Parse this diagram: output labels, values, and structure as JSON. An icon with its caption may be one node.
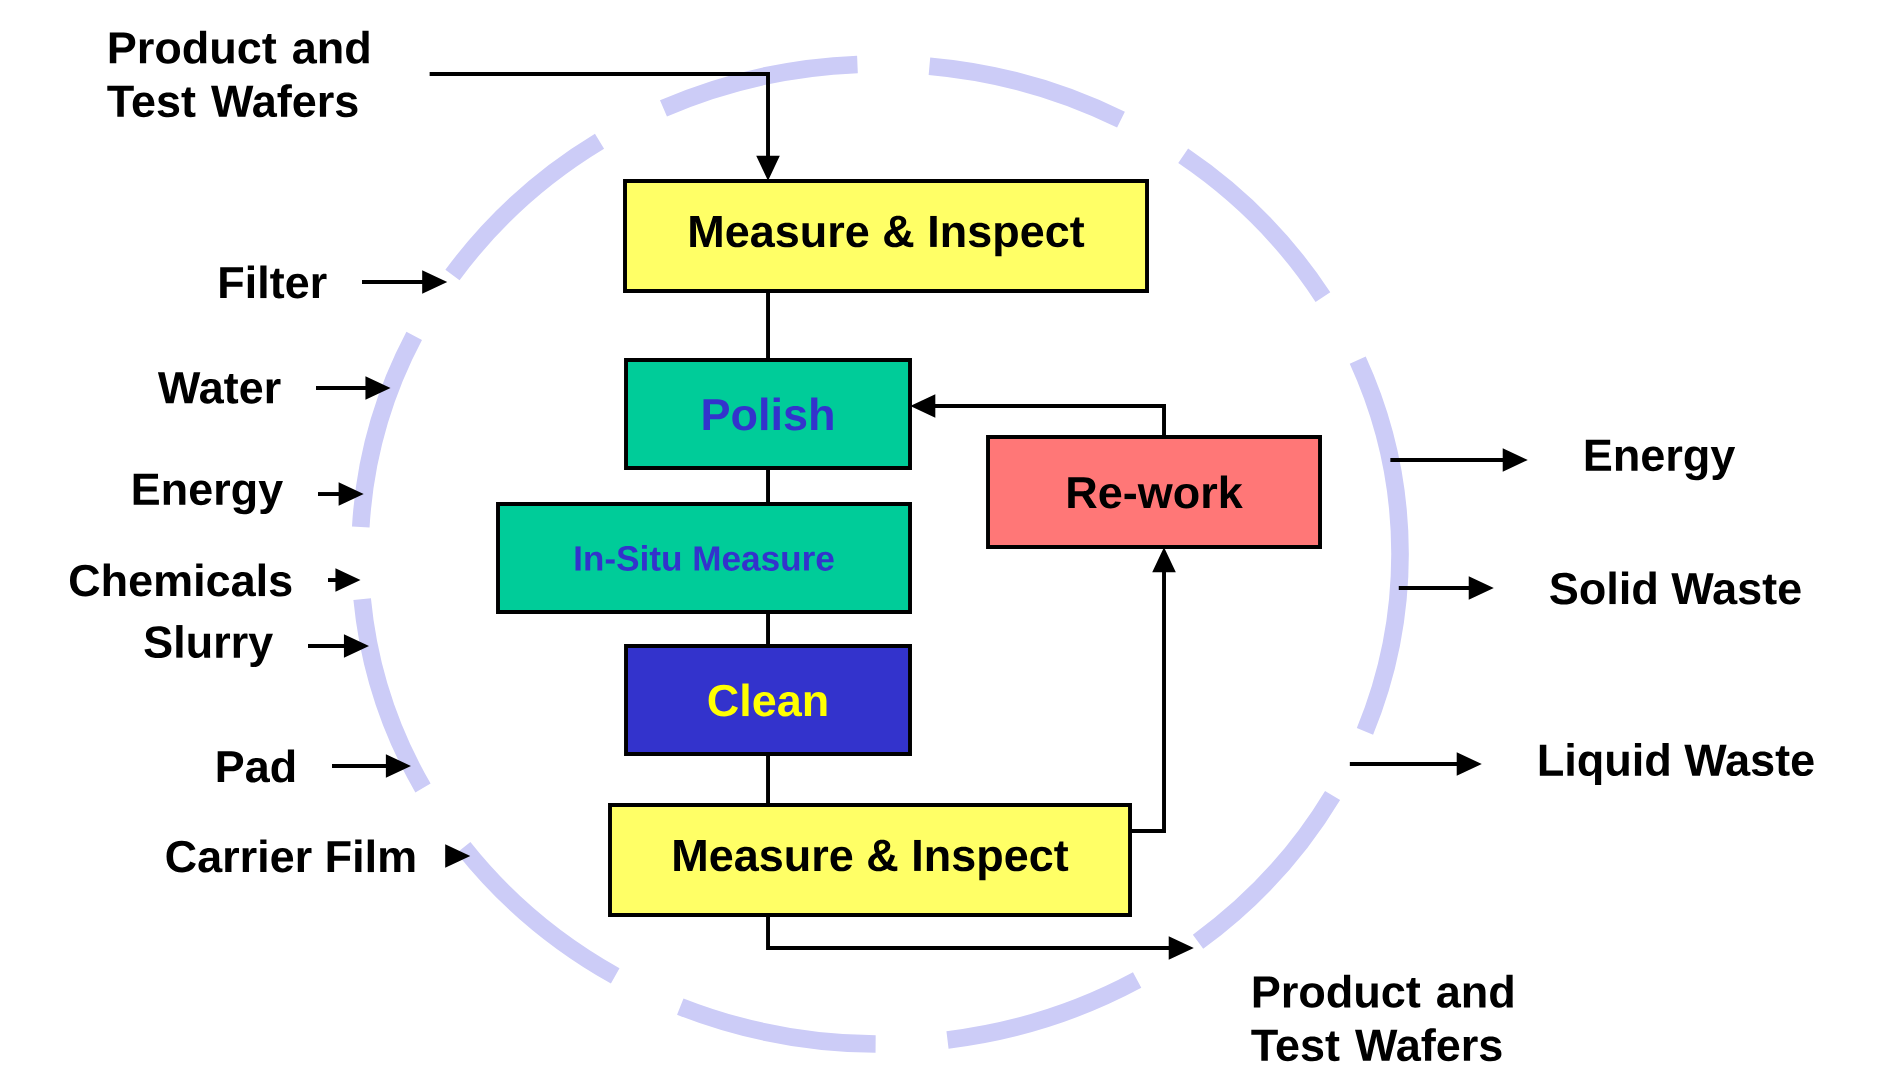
{
  "diagram": {
    "nodes": [
      {
        "text": [],
        "shape": "circle"
      },
      {
        "text": [
          "Product and Test Wafers"
        ]
      },
      {
        "text": [
          "Measure & Inspect"
        ],
        "in": 0
      },
      {
        "text": [
          "Polish"
        ],
        "in": 0
      },
      {
        "text": [
          "In-Situ Measure"
        ],
        "in": 0
      },
      {
        "text": [
          "Clean"
        ],
        "in": 0
      },
      {
        "text": [
          "Re-work"
        ],
        "in": 0
      },
      {
        "text": [
          "Measure & Inspect"
        ],
        "in": 0
      },
      {
        "text": [
          "Product and Test Wafers"
        ]
      },
      {
        "text": [
          "Filter"
        ]
      },
      {
        "text": [
          "Water"
        ]
      },
      {
        "text": [
          "Energy"
        ]
      },
      {
        "text": [
          "Chemicals"
        ]
      },
      {
        "text": [
          "Slurry"
        ]
      },
      {
        "text": [
          "Pad"
        ]
      },
      {
        "text": [
          "Carrier Film"
        ]
      },
      {
        "text": [
          "Energy"
        ]
      },
      {
        "text": [
          "Solid Waste"
        ]
      },
      {
        "text": [
          "Liquid Waste"
        ]
      }
    ],
    "edges": [
      {
        "from": 1,
        "to": 2,
        "arrow": "to"
      },
      {
        "from": 2,
        "to": 3,
        "arrow": "none"
      },
      {
        "from": 3,
        "to": 4,
        "arrow": "none"
      },
      {
        "from": 4,
        "to": 5,
        "arrow": "none"
      },
      {
        "from": 5,
        "to": 7,
        "arrow": "none"
      },
      {
        "from": 7,
        "to": 6,
        "arrow": "to"
      },
      {
        "from": 6,
        "to": 3,
        "arrow": "to"
      },
      {
        "from": 7,
        "to": 8,
        "arrow": "to"
      },
      {
        "from": 9,
        "to": 0,
        "arrow": "to"
      },
      {
        "from": 10,
        "to": 0,
        "arrow": "to"
      },
      {
        "from": 11,
        "to": 0,
        "arrow": "to"
      },
      {
        "from": 12,
        "to": 0,
        "arrow": "to"
      },
      {
        "from": 13,
        "to": 0,
        "arrow": "to"
      },
      {
        "from": 14,
        "to": 0,
        "arrow": "to"
      },
      {
        "from": 15,
        "to": 0,
        "arrow": "to"
      },
      {
        "from": 0,
        "to": 16,
        "arrow": "to"
      },
      {
        "from": 0,
        "to": 17,
        "arrow": "to"
      },
      {
        "from": 0,
        "to": 18,
        "arrow": "to"
      }
    ]
  }
}
